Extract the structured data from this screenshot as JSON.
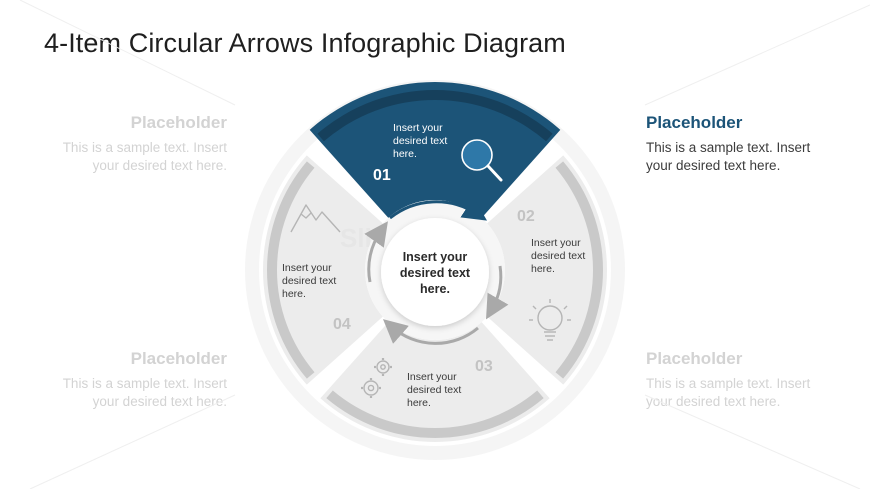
{
  "title": "4-Item Circular Arrows Infographic Diagram",
  "watermark": "SlideModel",
  "colors": {
    "active": "#1c5478",
    "active_dark": "#16405c",
    "muted_text": "#d3d3d3",
    "segment_fill": "#ececec",
    "outer_ring": "#f5f5f5",
    "band": "#c9c9c9",
    "num_gray": "#c3c3c3"
  },
  "callouts": {
    "top_left": {
      "title": "Placeholder",
      "text": "This is a sample text. Insert your desired text here."
    },
    "top_right": {
      "title": "Placeholder",
      "text": "This is a sample text. Insert your desired text here."
    },
    "bottom_left": {
      "title": "Placeholder",
      "text": "This is a sample text. Insert your desired text here."
    },
    "bottom_right": {
      "title": "Placeholder",
      "text": "This is a sample text. Insert your desired text here."
    }
  },
  "center": {
    "lines": [
      "Insert your",
      "desired text",
      "here."
    ]
  },
  "segments": [
    {
      "num": "01",
      "lines": [
        "Insert your",
        "desired text",
        "here."
      ],
      "icon": "search-icon",
      "active": true
    },
    {
      "num": "02",
      "lines": [
        "Insert your",
        "desired text",
        "here."
      ],
      "icon": "lightbulb-icon",
      "active": false
    },
    {
      "num": "03",
      "lines": [
        "Insert your",
        "desired text",
        "here."
      ],
      "icon": "gears-icon",
      "active": false
    },
    {
      "num": "04",
      "lines": [
        "Insert your",
        "desired text",
        "here."
      ],
      "icon": "mountain-icon",
      "active": false
    }
  ]
}
